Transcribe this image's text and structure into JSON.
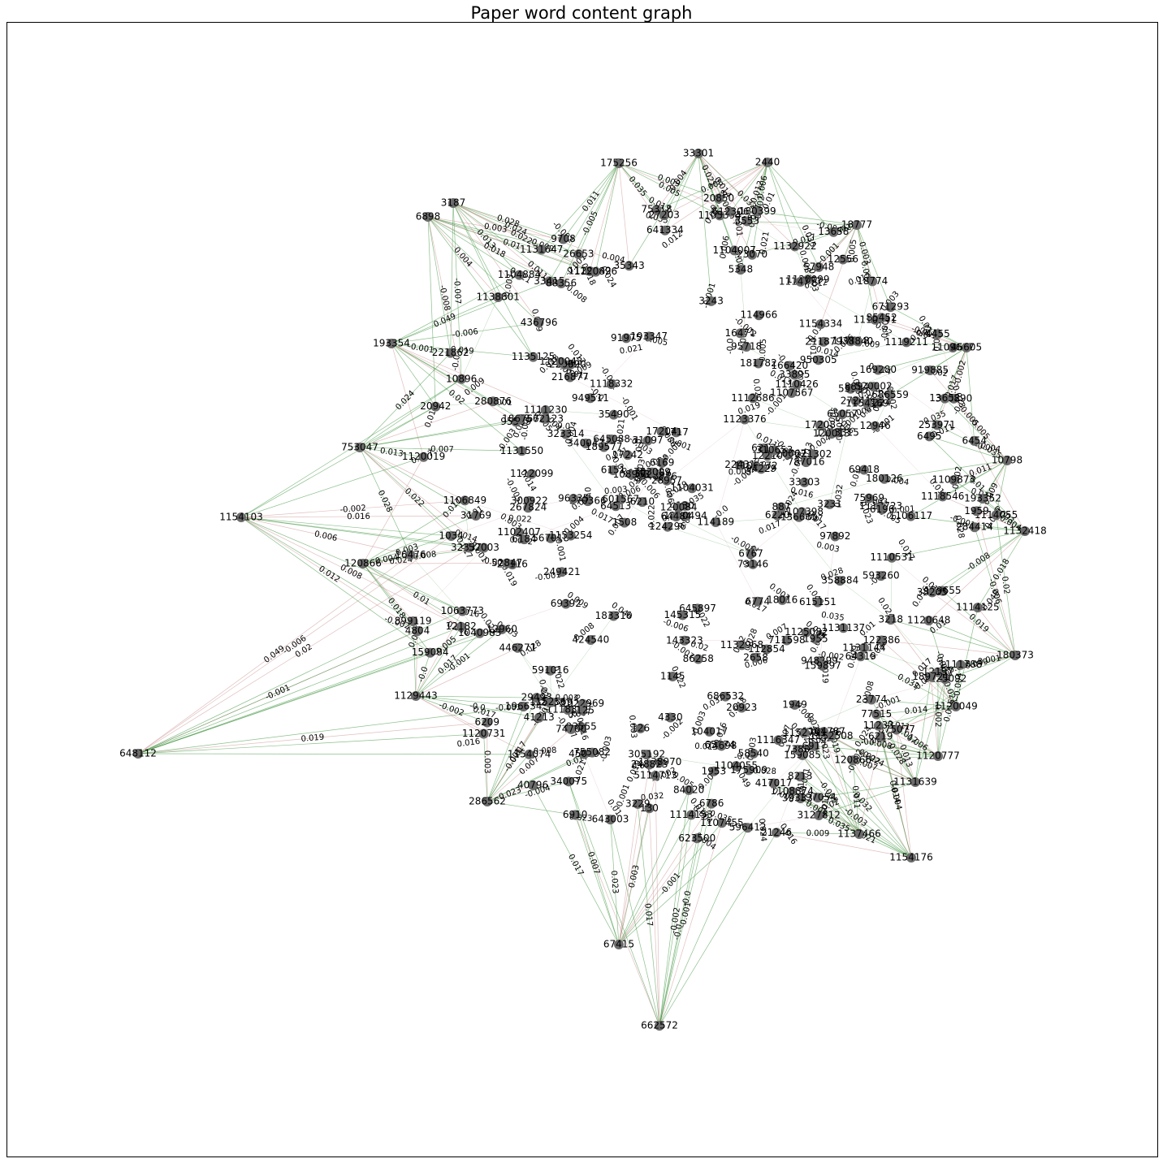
{
  "title": "Paper word content graph",
  "colors": {
    "node": "#6b6b6b",
    "edge_positive": "#2e8b2e",
    "edge_negative": "#c98b8b",
    "frame": "#000000"
  },
  "hubs": [
    {
      "id": "hub-648112",
      "label": "648112"
    },
    {
      "id": "hub-662572",
      "label": "662572"
    },
    {
      "id": "hub-67415",
      "label": "67415"
    },
    {
      "id": "hub-1154103",
      "label": "1154103"
    },
    {
      "id": "hub-1154176",
      "label": "1154176"
    },
    {
      "id": "hub-1137466",
      "label": "1137466"
    },
    {
      "id": "hub-1131639",
      "label": "1131639"
    },
    {
      "id": "hub-1132418",
      "label": "1132418"
    },
    {
      "id": "hub-180373",
      "label": "180373"
    },
    {
      "id": "hub-45605",
      "label": "45605"
    },
    {
      "id": "hub-18777",
      "label": "18777"
    },
    {
      "id": "hub-2440",
      "label": "2440"
    },
    {
      "id": "hub-33301",
      "label": "33301"
    },
    {
      "id": "hub-175256",
      "label": "175256"
    },
    {
      "id": "hub-3187",
      "label": "3187"
    },
    {
      "id": "hub-6898",
      "label": "6898"
    },
    {
      "id": "hub-193354",
      "label": "193354"
    },
    {
      "id": "hub-1129443",
      "label": "1129443"
    },
    {
      "id": "hub-286562",
      "label": "286562"
    },
    {
      "id": "hub-1120777",
      "label": "1120777"
    },
    {
      "id": "hub-1120049",
      "label": "1120049"
    },
    {
      "id": "hub-10798",
      "label": "10798"
    },
    {
      "id": "hub-753047",
      "label": "753047"
    },
    {
      "id": "hub-120866",
      "label": "120866"
    }
  ],
  "nodes": [
    "1107567",
    "1125082",
    "648106",
    "65057",
    "1110141",
    "95718",
    "196634",
    "1106849",
    "1103315",
    "323314",
    "1130856",
    "671293",
    "280876",
    "1508",
    "193352",
    "117618",
    "1138970",
    "686559",
    "65074",
    "57948",
    "23070",
    "221302",
    "950305",
    "17242",
    "130",
    "75318",
    "33415",
    "216877",
    "193347",
    "1112723",
    "74698",
    "112854",
    "16476",
    "124296",
    "1110426",
    "1114153",
    "1102407",
    "189655",
    "320067",
    "122386",
    "1118341",
    "1114055",
    "23116",
    "159085",
    "1132968",
    "221862",
    "4330",
    "45099",
    "41213",
    "13717",
    "1104787",
    "58540",
    "567018",
    "711598",
    "1102398",
    "1108874",
    "1120099",
    "16471",
    "33303",
    "424540",
    "645088",
    "1111230",
    "323370",
    "104017",
    "8224",
    "130",
    "6213",
    "64319",
    "17208",
    "300922",
    "390890",
    "1135125",
    "596412",
    "591016",
    "93555",
    "1153254",
    "97892",
    "1955",
    "88356",
    "31769",
    "1717",
    "615151",
    "1123376",
    "948846",
    "1112686",
    "12210",
    "919885",
    "1120019",
    "3229",
    "31097",
    "6910",
    "75969",
    "8213",
    "1022969",
    "6774",
    "1104007",
    "1125092",
    "899119",
    "74700",
    "1953",
    "1104884",
    "40796",
    "169280",
    "755082",
    "1131144",
    "1154334",
    "875077",
    "38840",
    "562123",
    "1110494",
    "20942",
    "417017",
    "12238",
    "645897",
    "5348",
    "180126",
    "18016",
    "1129442",
    "6767",
    "69418",
    "77515",
    "436796",
    "393339",
    "6210",
    "143323",
    "114189",
    "948299",
    "20920",
    "1106117",
    "593260",
    "1152508",
    "1114777",
    "12946",
    "136665",
    "1118546",
    "4804",
    "641334",
    "1109873",
    "21246",
    "23774",
    "91975",
    "13658",
    "305192",
    "166420",
    "73146",
    "1132922",
    "23069",
    "10896",
    "84020",
    "159084",
    "787016",
    "446271",
    "3218",
    "267824",
    "29493",
    "340047",
    "763009",
    "6786",
    "85452",
    "643003",
    "26653",
    "183316",
    "1104031",
    "145315",
    "1105394",
    "1104055",
    "120866",
    "64513",
    "52003",
    "370366",
    "6196",
    "126",
    "1959",
    "108963",
    "1110531",
    "2658",
    "96335",
    "9708",
    "1120731",
    "5598",
    "4455",
    "6454",
    "1112099",
    "1131550",
    "3231",
    "1131137",
    "197054",
    "27241",
    "12556",
    "181782",
    "27203",
    "284414",
    "11233",
    "1145",
    "3553",
    "35343",
    "601567",
    "20923",
    "20850",
    "180399",
    "35490",
    "175909",
    "248823",
    "28957",
    "1125",
    "13652",
    "114966",
    "6220",
    "612306",
    "949511",
    "1119211",
    "52847",
    "6219",
    "1116347",
    "6209",
    "12182",
    "18774",
    "22431",
    "38205",
    "1154074",
    "340075",
    "7380",
    "8894",
    "1138801",
    "95589",
    "253971",
    "211879",
    "69392",
    "1106172",
    "6169",
    "1120043",
    "1111788",
    "1120896",
    "1152711",
    "86258",
    "623500",
    "12960",
    "120084",
    "1949",
    "1120648",
    "1118332",
    "1114125",
    "159897",
    "186767",
    "3127812",
    "310653",
    "5114713",
    "12197",
    "3243",
    "64484",
    "1040983",
    "1152569",
    "249421",
    "94229",
    "1034",
    "17204",
    "6184",
    "6917",
    "1063773",
    "1154169",
    "189577",
    "6151",
    "1109617",
    "189721",
    "686532",
    "1107455",
    "6495",
    "1131647",
    "520002",
    "120013",
    "33895",
    "358884",
    "887"
  ],
  "edge_weights": [
    "-0.001",
    "0.049",
    "0.019",
    "-0.006",
    "0.02",
    "-0.0",
    "-0.002",
    "0.017",
    "-0.001",
    "-0.0",
    "0.023",
    "0.003",
    "-0.001",
    "0.007",
    "0.017",
    "0.006",
    "0.012",
    "-0.002",
    "0.016",
    "0.008",
    "0.021",
    "-0.004",
    "0.014",
    "-0.003",
    "0.032",
    "0.035",
    "0.011",
    "0.009",
    "0.005",
    "-0.005",
    "0.013",
    "0.028",
    "0.024",
    "0.022",
    "-0.007",
    "0.004",
    "0.003",
    "0.018",
    "-0.008",
    "0.01"
  ]
}
